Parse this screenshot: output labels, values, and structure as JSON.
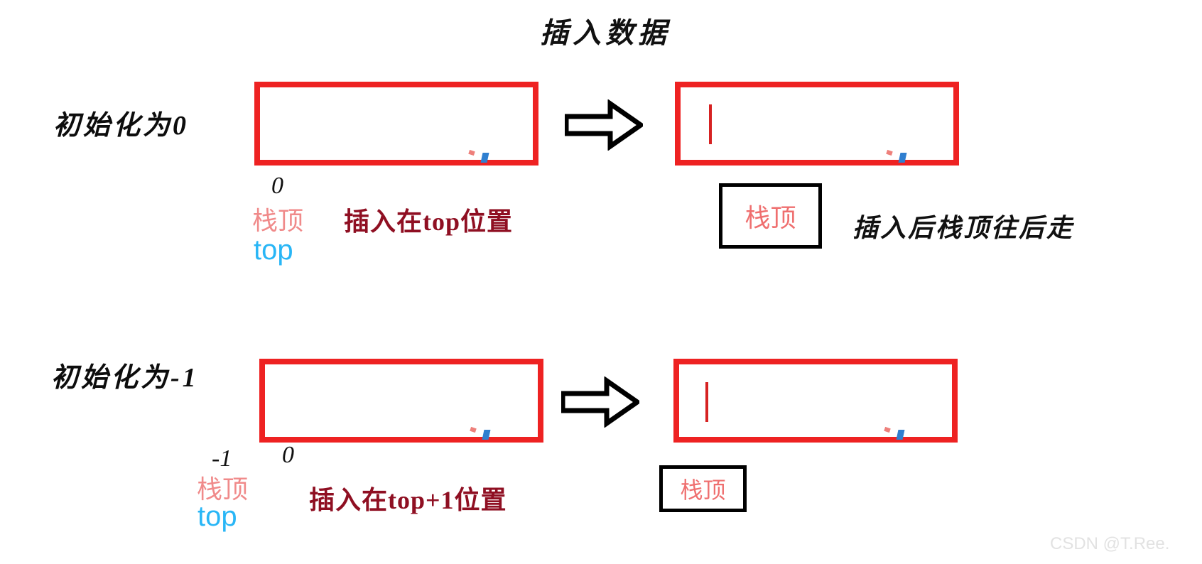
{
  "title": "插入数据",
  "rows": [
    {
      "id": "init-zero",
      "label": "初始化为0",
      "before_box": {
        "index_label": "0"
      },
      "stack_top_label": "栈顶",
      "pointer_label": "top",
      "note": "插入在top位置",
      "after_box": {
        "stack_top_label": "栈顶"
      },
      "after_note": "插入后栈顶往后走"
    },
    {
      "id": "init-minus-one",
      "label": "初始化为-1",
      "before_box": {
        "index_label_a": "-1",
        "index_label_b": "0"
      },
      "stack_top_label": "栈顶",
      "pointer_label": "top",
      "note": "插入在top+1位置",
      "after_box": {
        "stack_top_label": "栈顶"
      },
      "after_note": ""
    }
  ],
  "arrow_icon": "thick-right-arrow",
  "colors": {
    "box_border": "#ee2222",
    "stack_top_text": "#f08a8a",
    "pointer_text": "#29b6f6",
    "note_red": "#8f0f22",
    "note_black": "#111111",
    "blue_mark": "#2f7fd0"
  },
  "watermark": "CSDN @T.Ree."
}
